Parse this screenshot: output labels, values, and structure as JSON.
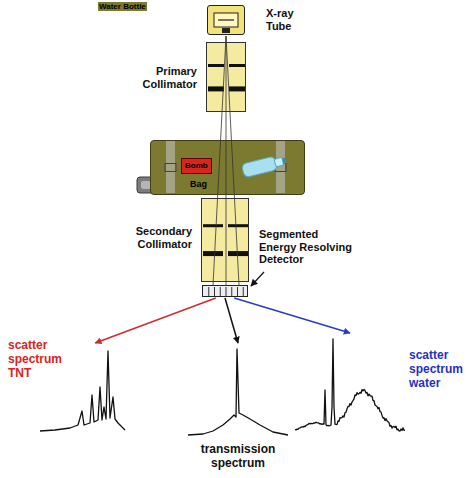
{
  "diagram": {
    "nodes": [
      {
        "text": [
          "X-ray Tube"
        ]
      },
      {
        "text": [
          "Primary Collimator"
        ]
      },
      {
        "text": [
          "Bag"
        ]
      },
      {
        "text": [
          "Bomb"
        ],
        "in": 2
      },
      {
        "text": [
          "Secondary Collimator"
        ]
      },
      {
        "text": [
          "Segmented Energy Resolving Detector"
        ]
      },
      {
        "text": [
          "scatter spectrum TNT"
        ]
      },
      {
        "text": [
          "transmission spectrum"
        ]
      },
      {
        "text": [
          "scatter spectrum water"
        ]
      }
    ],
    "edges": [
      {
        "from": 5,
        "to": 6,
        "arrow": "to"
      },
      {
        "from": 5,
        "to": 7,
        "arrow": "to"
      },
      {
        "from": 5,
        "to": 8,
        "arrow": "to"
      }
    ],
    "labels": [
      "Water Bottle"
    ]
  }
}
